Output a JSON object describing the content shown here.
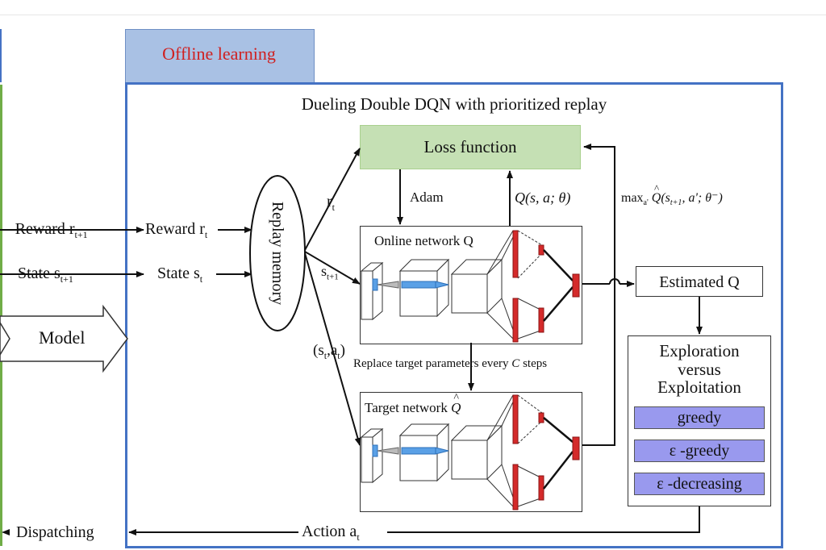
{
  "tab": {
    "label": "Offline learning",
    "label_color": "#d02020",
    "fill": "#a9c1e4"
  },
  "panel": {
    "title": "Dueling Double DQN with prioritized replay",
    "border_color": "#4472c4"
  },
  "left_inputs": {
    "reward_next": "Reward r",
    "reward_next_sub": "t+1",
    "state_next": "State s",
    "state_next_sub": "t+1",
    "model": "Model",
    "dispatching": "Dispatching"
  },
  "inner_inputs": {
    "reward": "Reward r",
    "reward_sub": "t",
    "state": "State s",
    "state_sub": "t"
  },
  "replay_memory": "Replay memory",
  "branch_labels": {
    "r": "r",
    "r_sub": "t",
    "s": "s",
    "s_sub": "t+1",
    "sa": "(s",
    "sa_sub": "t",
    "sa_tail": ",a",
    "sa_sub2": "t",
    "sa_close": ")"
  },
  "loss": {
    "label": "Loss function",
    "fill": "#c5e0b4"
  },
  "adam": "Adam",
  "q_online": "Q(s, a; θ)",
  "q_target_prefix": "max",
  "q_target_sub": "a'",
  "q_target_hat": "^",
  "q_target_body": "Q(s",
  "q_target_sub2": "t+1",
  "q_target_tail": ", a'; θ⁻)",
  "online_network": "Online network Q",
  "target_network": "Target network",
  "target_network_q": "Q",
  "target_network_hat": "^",
  "replace_note": "Replace target parameters every",
  "replace_c": "C",
  "replace_steps": "steps",
  "estimated_q": "Estimated Q",
  "exploration": {
    "line1": "Exploration",
    "line2": "versus",
    "line3": "Exploitation"
  },
  "options": [
    "greedy",
    "ε -greedy",
    "ε -decreasing"
  ],
  "option_fill": "#9999ee",
  "action": "Action a",
  "action_sub": "t",
  "colors": {
    "layer_red": "#d42a2a",
    "conv_blue": "#5aa0e6"
  }
}
